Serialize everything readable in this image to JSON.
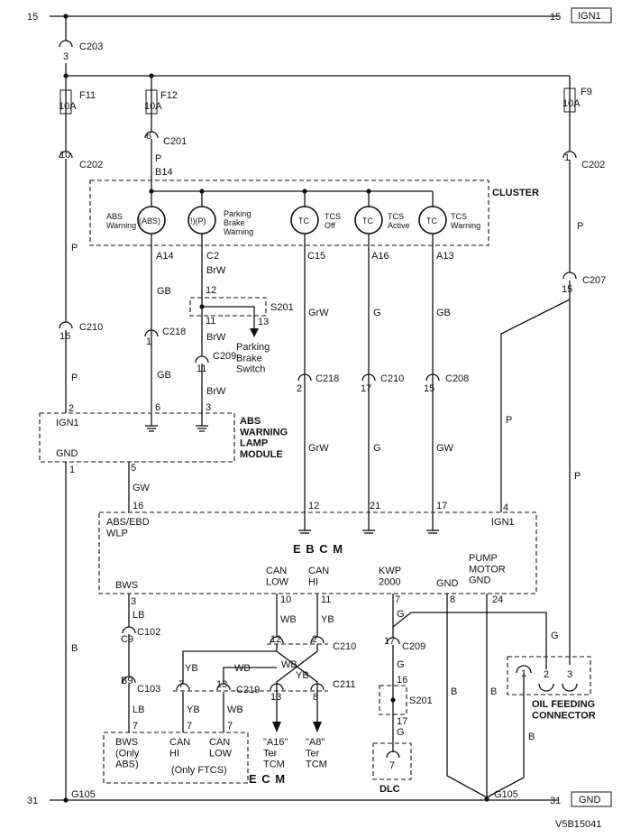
{
  "diagram_id": "V5B15041",
  "rails": {
    "top_left": "15",
    "top_right": "15",
    "top_label": "IGN1",
    "bottom_left": "31",
    "bottom_right": "31",
    "bottom_label": "GND"
  },
  "connectors": {
    "c203": {
      "name": "C203",
      "pin": "3"
    },
    "c201": {
      "name": "C201",
      "pin": "6"
    },
    "c202_left": {
      "name": "C202",
      "pin": "10"
    },
    "c202_right": {
      "name": "C202",
      "pin": "1"
    },
    "c207": {
      "name": "C207",
      "pin": "15"
    },
    "c210_left": {
      "name": "C210",
      "pin": "16"
    },
    "c218_left": {
      "name": "C218",
      "pin": "1"
    },
    "c209_left": {
      "name": "C209",
      "pin": "11"
    },
    "c218_mid": {
      "name": "C218",
      "pin": "2"
    },
    "c210_mid": {
      "name": "C210",
      "pin": "17"
    },
    "c208": {
      "name": "C208",
      "pin": "15"
    },
    "c102": {
      "name": "C102",
      "pin": "C9"
    },
    "c103": {
      "name": "C103",
      "pin": "B9"
    },
    "c219": {
      "name": "C219",
      "pin_a": "7",
      "pin_b": "13"
    },
    "c210_bus": {
      "name": "C210",
      "pin_a": "12",
      "pin_b": "2"
    },
    "c211": {
      "name": "C211",
      "pin_a": "13",
      "pin_b": "8"
    },
    "c209_right": {
      "name": "C209",
      "pin": "17"
    }
  },
  "fuses": {
    "f11": {
      "name": "F11",
      "rating": "10A"
    },
    "f12": {
      "name": "F12",
      "rating": "10A"
    },
    "f9": {
      "name": "F9",
      "rating": "10A"
    }
  },
  "cluster": {
    "title": "CLUSTER",
    "b14": "B14",
    "abs_warning": "ABS\nWarning",
    "abs_symbol": "(ABS)",
    "parking_brake": "Parking\nBrake\nWarning",
    "pb_symbol": "(!)(P)",
    "tcs_off": "TCS\nOff",
    "tcs_active": "TCS\nActive",
    "tcs_warning": "TCS\nWarning",
    "tc_symbol": "TC",
    "pins": {
      "a14": "A14",
      "c2": "C2",
      "c15": "C15",
      "a16": "A16",
      "a13": "A13"
    }
  },
  "splices": {
    "s201_top": {
      "name": "S201",
      "p12": "12",
      "p11": "11",
      "p13": "13"
    },
    "s201_bottom": {
      "name": "S201",
      "p16": "16",
      "p17": "17"
    }
  },
  "switch": {
    "label": "Parking\nBrake\nSwitch"
  },
  "abs_module": {
    "title": "ABS\nWARNING\nLAMP\nMODULE",
    "ign1": "IGN1",
    "gnd": "GND",
    "p2": "2",
    "p6": "6",
    "p3": "3",
    "p1": "1",
    "p5": "5"
  },
  "wires": {
    "p": "P",
    "gb": "GB",
    "brw": "BrW",
    "grw": "GrW",
    "g": "G",
    "gw": "GW",
    "lb": "LB",
    "b": "B",
    "wb": "WB",
    "yb": "YB"
  },
  "ebcm": {
    "title": "E B C M",
    "abs_ebd": "ABS/EBD\nWLP",
    "p16": "16",
    "p12": "12",
    "p21": "21",
    "p17": "17",
    "p4": "4",
    "ign1": "IGN1",
    "bws": "BWS",
    "can_low": "CAN\nLOW",
    "can_hi": "CAN\nHI",
    "kwp": "KWP\n2000",
    "gnd": "GND",
    "pump": "PUMP\nMOTOR\nGND",
    "p3": "3",
    "p10": "10",
    "p11": "11",
    "p7": "7",
    "p8": "8",
    "p24": "24"
  },
  "ecm": {
    "title": "E C M",
    "bws": "BWS\n(Only\nABS)",
    "can_hi": "CAN\nHI",
    "can_low": "CAN\nLOW",
    "note": "(Only FTCS)",
    "p7a": "7",
    "p7b": "7",
    "p7c": "7"
  },
  "tcm": {
    "a16": "\"A16\"\nTer\nTCM",
    "a8": "\"A8\"\nTer\nTCM"
  },
  "dlc": {
    "title": "DLC",
    "pin": "7"
  },
  "oil": {
    "title": "OIL FEEDING\nCONNECTOR",
    "p1": "1",
    "p2": "2",
    "p3": "3"
  },
  "grounds": {
    "g105_left": "G105",
    "g105_right": "G105"
  }
}
